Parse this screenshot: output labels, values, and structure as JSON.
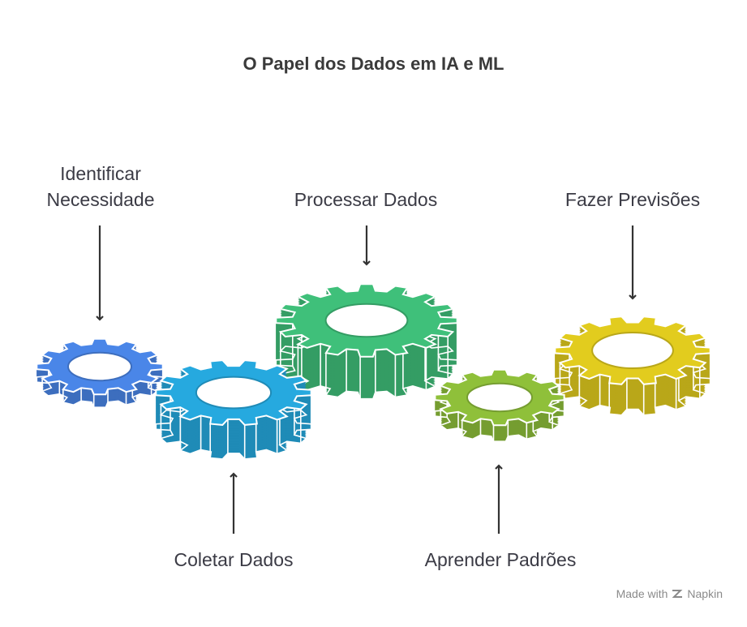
{
  "title": "O Papel dos Dados em IA e ML",
  "steps": [
    {
      "label": "Identificar\nNecessidade",
      "color": "#4a86e8",
      "icon": "gear-icon"
    },
    {
      "label": "Coletar Dados",
      "color": "#26a9df",
      "icon": "gear-icon"
    },
    {
      "label": "Processar Dados",
      "color": "#3fc07a",
      "icon": "gear-icon"
    },
    {
      "label": "Aprender Padrões",
      "color": "#8fc03a",
      "icon": "gear-icon"
    },
    {
      "label": "Fazer Previsões",
      "color": "#e2cc1e",
      "icon": "gear-icon"
    }
  ],
  "watermark": {
    "prefix": "Made with",
    "brand": "Napkin",
    "icon": "napkin-logo-icon"
  }
}
